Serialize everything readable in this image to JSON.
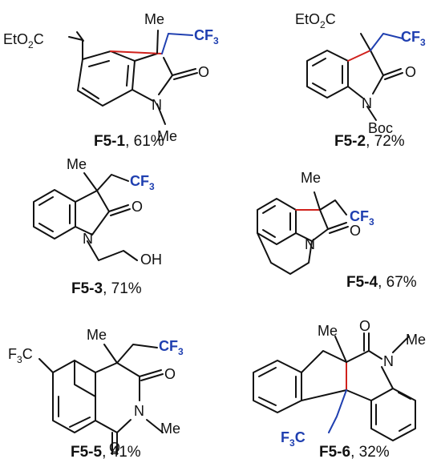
{
  "atoms": {
    "me": "Me",
    "o": "O",
    "n": "N",
    "boc": "Boc",
    "oh": "OH",
    "eto2c_main": "EtO",
    "eto2c_sub": "2",
    "eto2c_tail": "C",
    "cf3_main": "CF",
    "cf3_sub": "3",
    "f3c_main": "F",
    "f3c_sub": "3",
    "f3c_tail": "C"
  },
  "compounds": [
    {
      "id": "F5-1",
      "yield": ", 61%"
    },
    {
      "id": "F5-2",
      "yield": ", 72%"
    },
    {
      "id": "F5-3",
      "yield": ", 71%"
    },
    {
      "id": "F5-4",
      "yield": ", 67%"
    },
    {
      "id": "F5-5",
      "yield": ", 41%"
    },
    {
      "id": "F5-6",
      "yield": ", 32%"
    }
  ],
  "colors": {
    "new_bond": "#d0211c",
    "cf3_group": "#1f3fb0",
    "bond": "#111111"
  }
}
